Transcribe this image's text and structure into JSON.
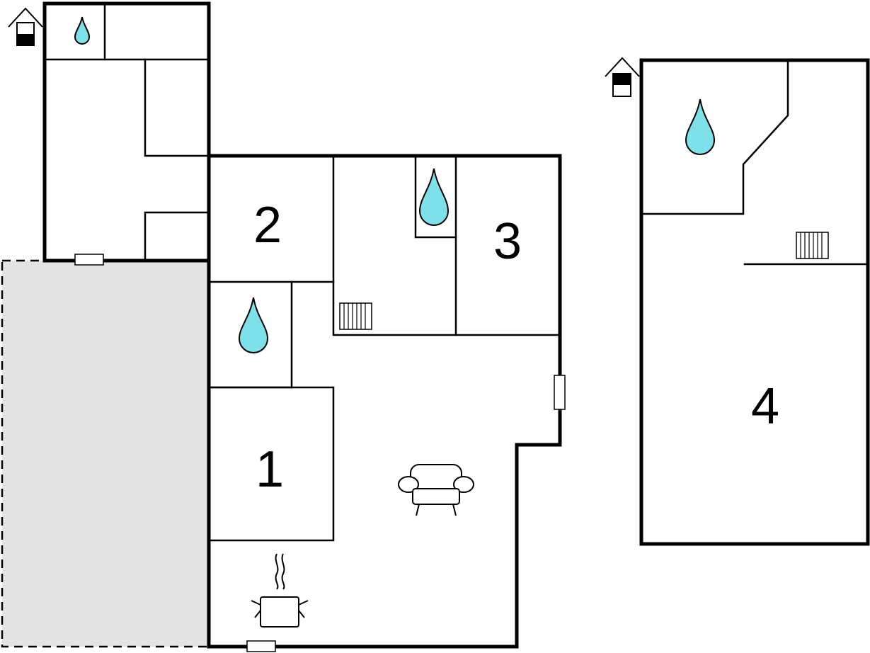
{
  "floor_plan": {
    "rooms": [
      {
        "id": "room-1",
        "label": "1"
      },
      {
        "id": "room-2",
        "label": "2"
      },
      {
        "id": "room-3",
        "label": "3"
      },
      {
        "id": "room-4",
        "label": "4"
      }
    ],
    "colors": {
      "wall": "#000000",
      "water": "#7ee0e8",
      "terrace": "#e4e4e4",
      "background": "#ffffff"
    },
    "icons": [
      "house-level-icon",
      "water-drop-icon",
      "radiator-icon",
      "armchair-icon",
      "cooking-pot-icon",
      "window-icon"
    ]
  }
}
